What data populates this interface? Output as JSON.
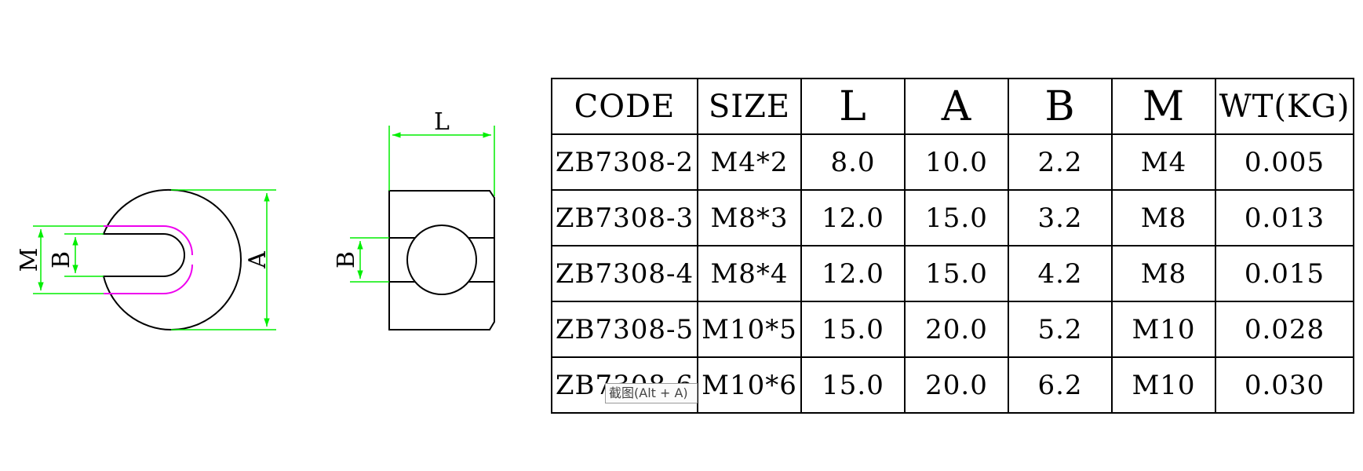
{
  "drawing": {
    "front_view_labels": {
      "m": "M",
      "b": "B",
      "a": "A"
    },
    "side_view_labels": {
      "l": "L",
      "b": "B"
    },
    "colors": {
      "outline": "#000000",
      "dimension": "#00ee00",
      "hidden_line": "#ee00ee"
    }
  },
  "table": {
    "headers": [
      "CODE",
      "SIZE",
      "L",
      "A",
      "B",
      "M",
      "WT(KG)"
    ],
    "rows": [
      [
        "ZB7308-2",
        "M4*2",
        "8.0",
        "10.0",
        "2.2",
        "M4",
        "0.005"
      ],
      [
        "ZB7308-3",
        "M8*3",
        "12.0",
        "15.0",
        "3.2",
        "M8",
        "0.013"
      ],
      [
        "ZB7308-4",
        "M8*4",
        "12.0",
        "15.0",
        "4.2",
        "M8",
        "0.015"
      ],
      [
        "ZB7308-5",
        "M10*5",
        "15.0",
        "20.0",
        "5.2",
        "M10",
        "0.028"
      ],
      [
        "ZB7308-6",
        "M10*6",
        "15.0",
        "20.0",
        "6.2",
        "M10",
        "0.030"
      ]
    ]
  },
  "tooltip": {
    "text": "截图(Alt + A)"
  }
}
